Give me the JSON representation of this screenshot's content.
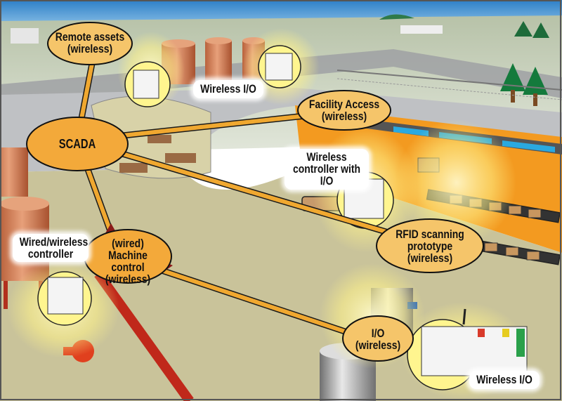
{
  "diagram": {
    "title": "Wired and wireless industrial automation network",
    "nodes": [
      {
        "id": "remote-assets",
        "label": "Remote assets\n(wireless)"
      },
      {
        "id": "scada",
        "label": "SCADA"
      },
      {
        "id": "facility-access",
        "label": "Facility Access\n(wireless)"
      },
      {
        "id": "machine-control",
        "label": "(wired)\nMachine control\n(wireless)"
      },
      {
        "id": "rfid",
        "label": "RFID scanning\nprototype\n(wireless)"
      },
      {
        "id": "io-wireless",
        "label": "I/O\n(wireless)"
      }
    ],
    "callouts": [
      {
        "id": "wireless-io-top",
        "label": "Wireless I/O"
      },
      {
        "id": "wireless-controller",
        "label": "Wireless\ncontroller with\nI/O"
      },
      {
        "id": "wired-wireless-controller",
        "label": "Wired/wireless\ncontroller"
      },
      {
        "id": "wireless-io-bottom",
        "label": "Wireless I/O"
      }
    ],
    "links": [
      {
        "from": "scada",
        "to": "remote-assets"
      },
      {
        "from": "scada",
        "to": "facility-access"
      },
      {
        "from": "scada",
        "to": "rfid"
      },
      {
        "from": "scada",
        "to": "machine-control",
        "type": "wired"
      },
      {
        "from": "machine-control",
        "to": "io-wireless",
        "type": "wireless"
      }
    ],
    "colors": {
      "bubble_fill": "#F5C56A",
      "scada_fill": "#F3A93A",
      "machine_fill": "#F3A93A",
      "link": "#F0A830",
      "sky": "#3C8FD0",
      "ground": "#C8C49A",
      "wall_orange": "#F39A20",
      "signal": "#FFF38A"
    }
  }
}
